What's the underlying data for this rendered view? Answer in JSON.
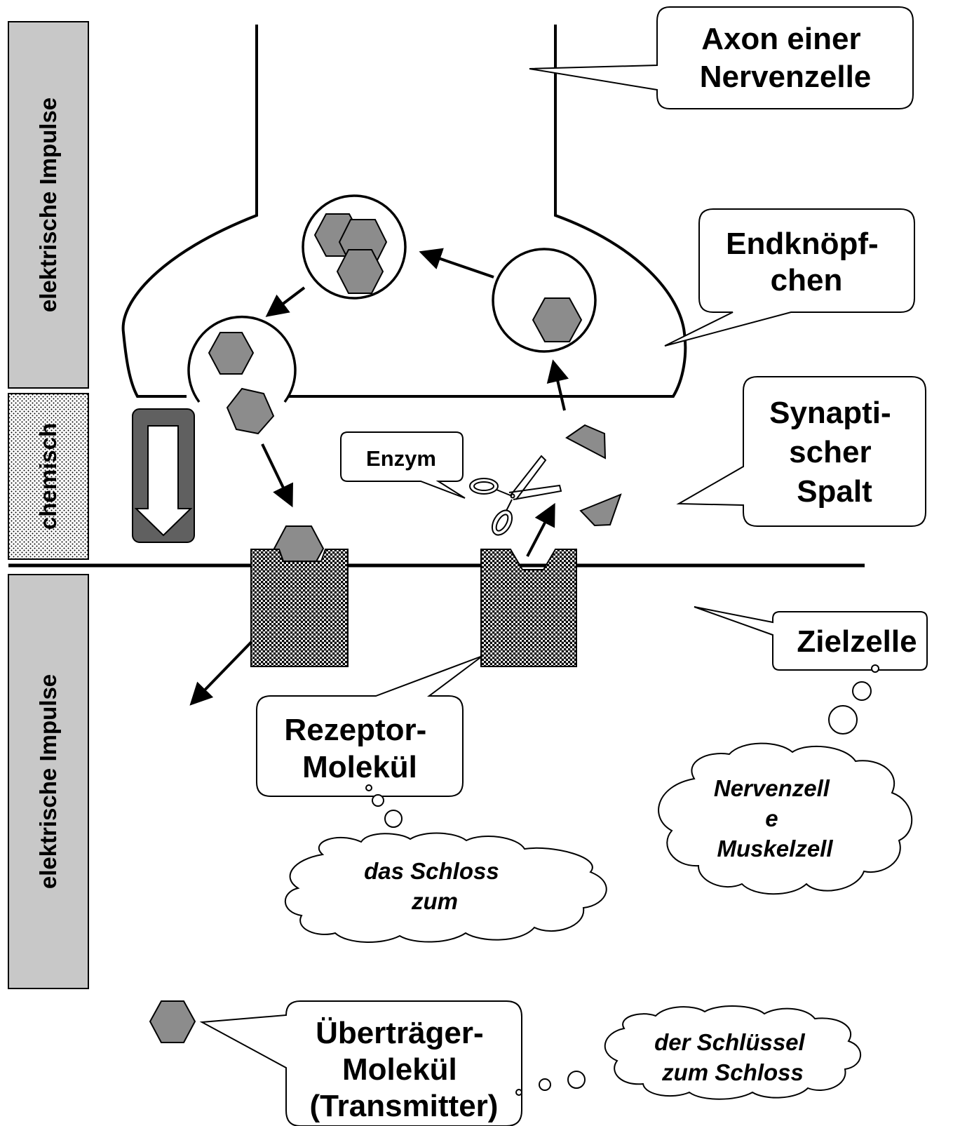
{
  "side_labels": {
    "top": "elektrische Impulse",
    "middle": "chemisch",
    "bottom": "elektrische Impulse"
  },
  "callouts": {
    "axon": [
      "Axon einer",
      "Nervenzelle"
    ],
    "endknoepfchen": [
      "Endknöpf-",
      "chen"
    ],
    "spalt": [
      "Synapti-",
      "scher",
      "Spalt"
    ],
    "enzym": [
      "Enzym"
    ],
    "zielzelle": [
      "Zielzelle"
    ],
    "rezeptor": [
      "Rezeptor-",
      "Molekül"
    ],
    "transmitter": [
      "Überträger-",
      "Molekül",
      "(Transmitter)"
    ]
  },
  "clouds": {
    "rezeptor": [
      "das Schloss",
      "zum"
    ],
    "zielzelle": [
      "Nervenzell",
      "e",
      "Muskelzell"
    ],
    "transmitter": [
      "der Schlüssel",
      "zum Schloss"
    ]
  },
  "colors": {
    "side_band": "#c8c8c8",
    "molecule": "#8c8c8c",
    "arrow_box": "#606060",
    "outline": "#000000"
  }
}
